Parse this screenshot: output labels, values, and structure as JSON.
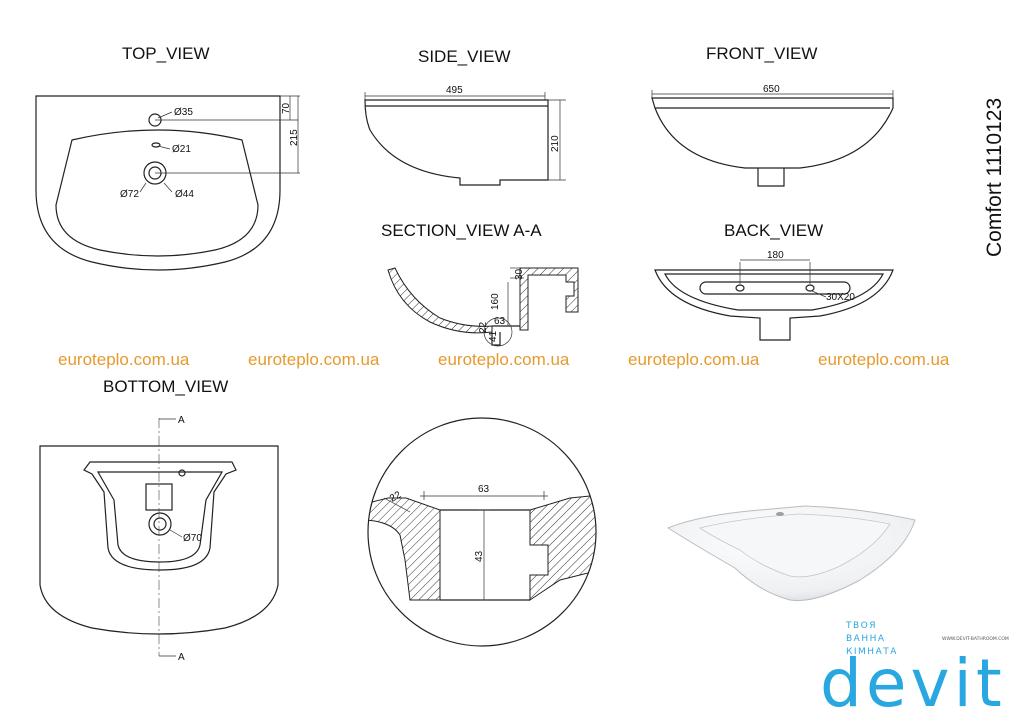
{
  "views": {
    "top": "TOP_VIEW",
    "side": "SIDE_VIEW",
    "front": "FRONT_VIEW",
    "section": "SECTION_VIEW  A-A",
    "back": "BACK_VIEW",
    "bottom": "BOTTOM_VIEW"
  },
  "product_title": "Comfort 1110123",
  "dimensions": {
    "top_d35": "Ø35",
    "top_d21": "Ø21",
    "top_d72": "Ø72",
    "top_d44": "Ø44",
    "top_70": "70",
    "top_215": "215",
    "side_495": "495",
    "side_210": "210",
    "front_650": "650",
    "section_30": "30",
    "section_160": "160",
    "section_22": "22",
    "section_63": "63",
    "section_41": "41",
    "back_180": "180",
    "back_slot": "30X20",
    "bottom_d70": "Ø70",
    "bottom_a_top": "A",
    "bottom_a_bottom": "A",
    "detail_63": "63",
    "detail_43": "43",
    "detail_22": "22"
  },
  "watermarks": [
    "euroteplo.com.ua",
    "euroteplo.com.ua",
    "euroteplo.com.ua",
    "euroteplo.com.ua",
    "euroteplo.com.ua"
  ],
  "brand": {
    "tagline_1": "ТВОЯ",
    "tagline_2": "ВАННА",
    "tagline_3": "КІМНАТА",
    "url": "WWW.DEVIT-BATHROOM.COM",
    "logo": "devit",
    "color": "#29a7e0"
  },
  "colors": {
    "watermark": "#e69a2e",
    "line": "#222222"
  }
}
